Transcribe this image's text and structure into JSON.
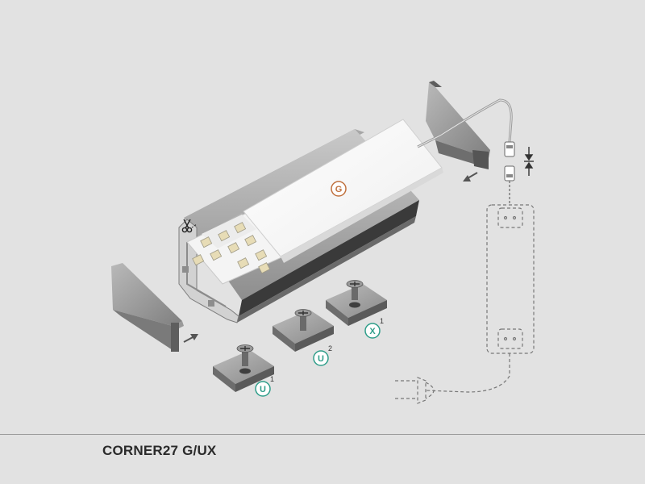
{
  "product_code": "CORNER27 G/UX",
  "badges": {
    "cover": {
      "letter": "G",
      "color": "#c0713e"
    },
    "mount_x": {
      "letter": "X",
      "sup": "1",
      "color": "#2f9e8a"
    },
    "mount_u2": {
      "letter": "U",
      "sup": "2",
      "color": "#2f9e8a"
    },
    "mount_u1": {
      "letter": "U",
      "sup": "1",
      "color": "#2f9e8a"
    }
  },
  "icons": [
    "scissors-icon",
    "arrow-left-icon",
    "arrow-right-icon",
    "compress-arrows-icon",
    "plug-icon"
  ]
}
